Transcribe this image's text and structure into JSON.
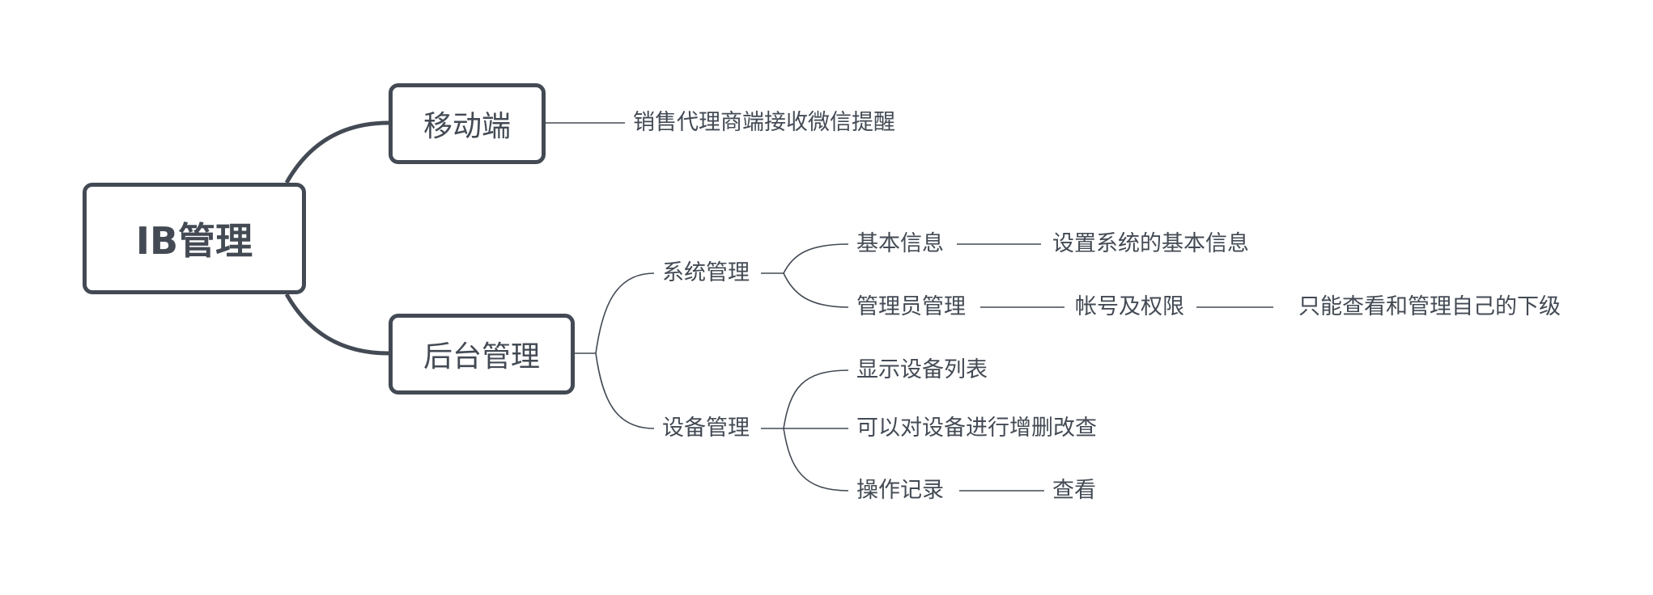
{
  "root": {
    "label": "IB管理"
  },
  "branches": [
    {
      "label": "移动端",
      "children": [
        {
          "label": "销售代理商端接收微信提醒"
        }
      ]
    },
    {
      "label": "后台管理",
      "children": [
        {
          "label": "系统管理",
          "children": [
            {
              "label": "基本信息",
              "children": [
                {
                  "label": "设置系统的基本信息"
                }
              ]
            },
            {
              "label": "管理员管理",
              "children": [
                {
                  "label": "帐号及权限",
                  "children": [
                    {
                      "label": "只能查看和管理自己的下级"
                    }
                  ]
                }
              ]
            }
          ]
        },
        {
          "label": "设备管理",
          "children": [
            {
              "label": "显示设备列表"
            },
            {
              "label": "可以对设备进行增删改查"
            },
            {
              "label": "操作记录",
              "children": [
                {
                  "label": "查看"
                }
              ]
            }
          ]
        }
      ]
    }
  ],
  "colors": {
    "stroke": "#434a54",
    "text": "#434a54",
    "background": "#ffffff"
  }
}
